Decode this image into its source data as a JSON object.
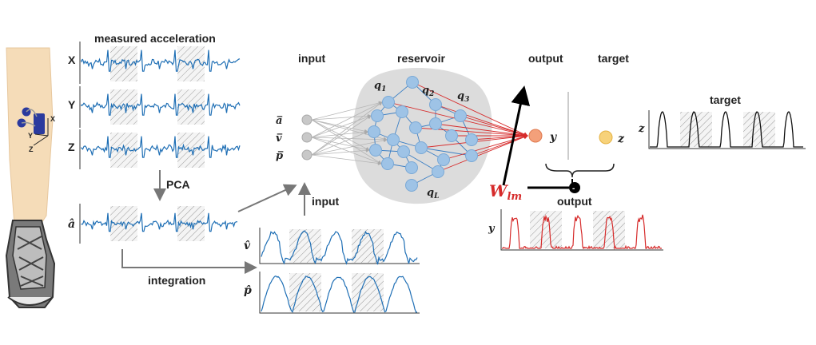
{
  "labels": {
    "measured_acceleration": "measured acceleration",
    "axis_x": "X",
    "axis_y": "Y",
    "axis_z": "Z",
    "a_hat": "â",
    "pca": "PCA",
    "integration": "integration",
    "input_arrow": "input",
    "v_hat": "v̂",
    "p_hat": "p̂",
    "input_header": "input",
    "reservoir_header": "reservoir",
    "output_header": "output",
    "target_header": "target",
    "a_bar": "a̅",
    "v_bar": "v̅",
    "p_bar": "p̅",
    "q1": "q",
    "q1_sub": "1",
    "q2": "q",
    "q2_sub": "2",
    "q3": "q",
    "q3_sub": "3",
    "qL": "q",
    "qL_sub": "L",
    "y_node": "y",
    "z_node": "z",
    "W": "W",
    "W_sub": "lm",
    "minus": "-",
    "target_plot_title": "target",
    "target_plot_ylabel": "z",
    "output_plot_title": "output",
    "output_plot_ylabel": "y",
    "sensor_x": "X",
    "sensor_y": "Y",
    "sensor_z": "Z"
  },
  "colors": {
    "signal_blue": "#1f6fb5",
    "node_blue": "#9ec3e6",
    "input_gray": "#c8c8c8",
    "output_node": "#f3a07a",
    "target_node": "#f7d27a",
    "readout_red": "#d62b2b",
    "reservoir_bg": "#dcdcdc",
    "skin": "#f5dcb8"
  },
  "icons": [
    "leg-icon",
    "shoe-icon",
    "accelerometer-icon"
  ]
}
